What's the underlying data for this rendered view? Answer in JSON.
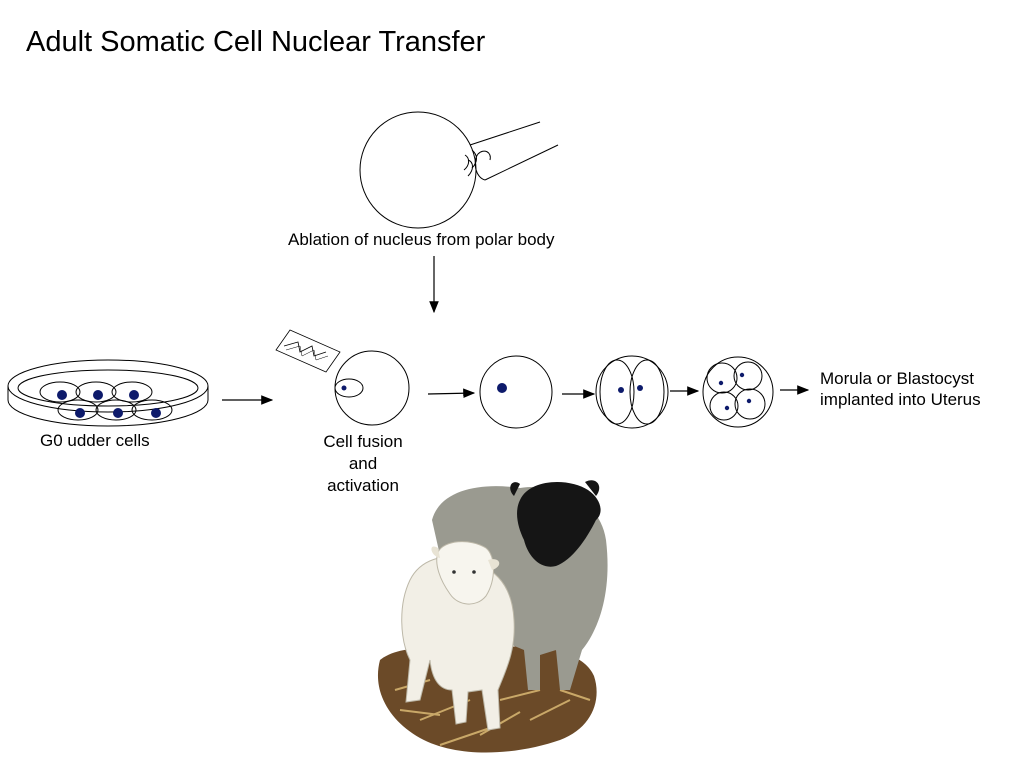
{
  "title": "Adult Somatic Cell Nuclear Transfer",
  "labels": {
    "ablation": "Ablation of nucleus from polar body",
    "g0_cells": "G0 udder cells",
    "fusion_line1": "Cell fusion",
    "fusion_line2": "and",
    "fusion_line3": "activation",
    "morula_line1": "Morula or Blastocyst",
    "morula_line2": "implanted into Uterus"
  },
  "colors": {
    "nucleus": "#0d1a6b",
    "outline": "#000000",
    "wool": "#f2efe6",
    "dark_face": "#151515",
    "straw": "#6b4a28"
  },
  "icons": {
    "pipette": "micropipette-icon",
    "electric": "electric-pulse-icon",
    "photo": "sheep-photo"
  }
}
